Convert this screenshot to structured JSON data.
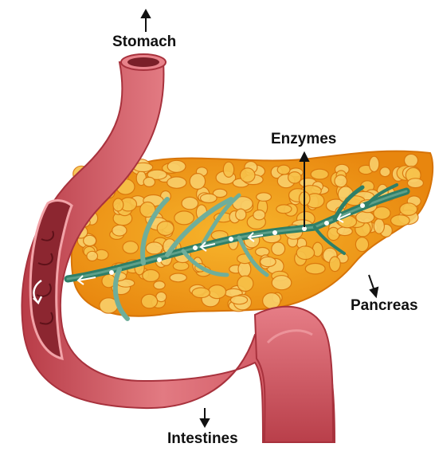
{
  "labels": {
    "stomach": "Stomach",
    "enzymes": "Enzymes",
    "pancreas": "Pancreas",
    "intestines": "Intestines"
  },
  "colors": {
    "intestine": "#d9606a",
    "intestine_dark": "#a8323d",
    "intestine_light": "#f2a3a8",
    "pancreas": "#f4a21c",
    "pancreas_dark": "#d9750b",
    "pancreas_lobule": "#f7c24a",
    "duct": "#2e7f68",
    "duct_light": "#7fb6a0"
  },
  "icons": [
    "up-arrow-icon",
    "down-arrow-icon",
    "flow-arrow-icon"
  ]
}
